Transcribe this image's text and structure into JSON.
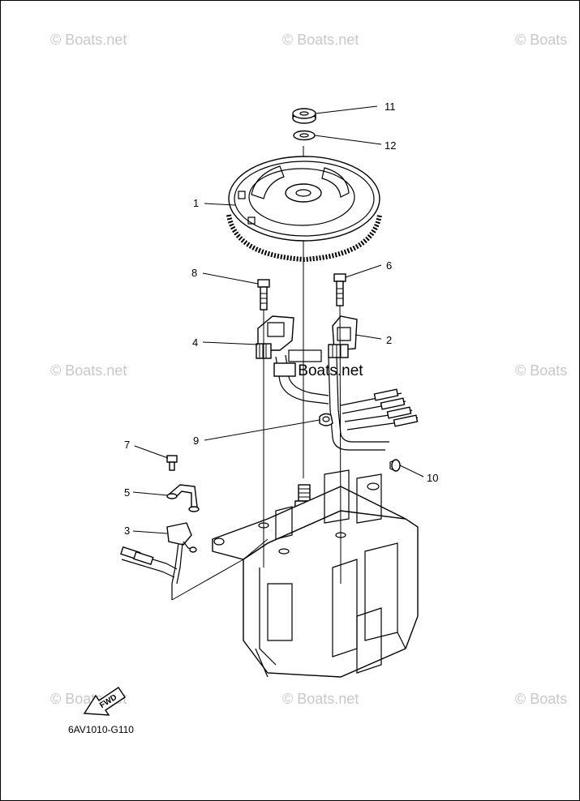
{
  "watermarks": {
    "top_left": "© Boats.net",
    "top_center": "© Boats.net",
    "top_right": "© Boats",
    "mid_left": "© Boats.net",
    "mid_center": "© Boats.net",
    "mid_right": "© Boats",
    "bottom_left": "© Boats.net",
    "bottom_center": "© Boats.net",
    "bottom_right": "© Boats"
  },
  "callouts": {
    "c1": "1",
    "c2": "2",
    "c3": "3",
    "c4": "4",
    "c5": "5",
    "c6": "6",
    "c7": "7",
    "c8": "8",
    "c9": "9",
    "c10": "10",
    "c11": "11",
    "c12": "12"
  },
  "fwd_label": "FWD",
  "diagram_code": "6AV1010-G110"
}
